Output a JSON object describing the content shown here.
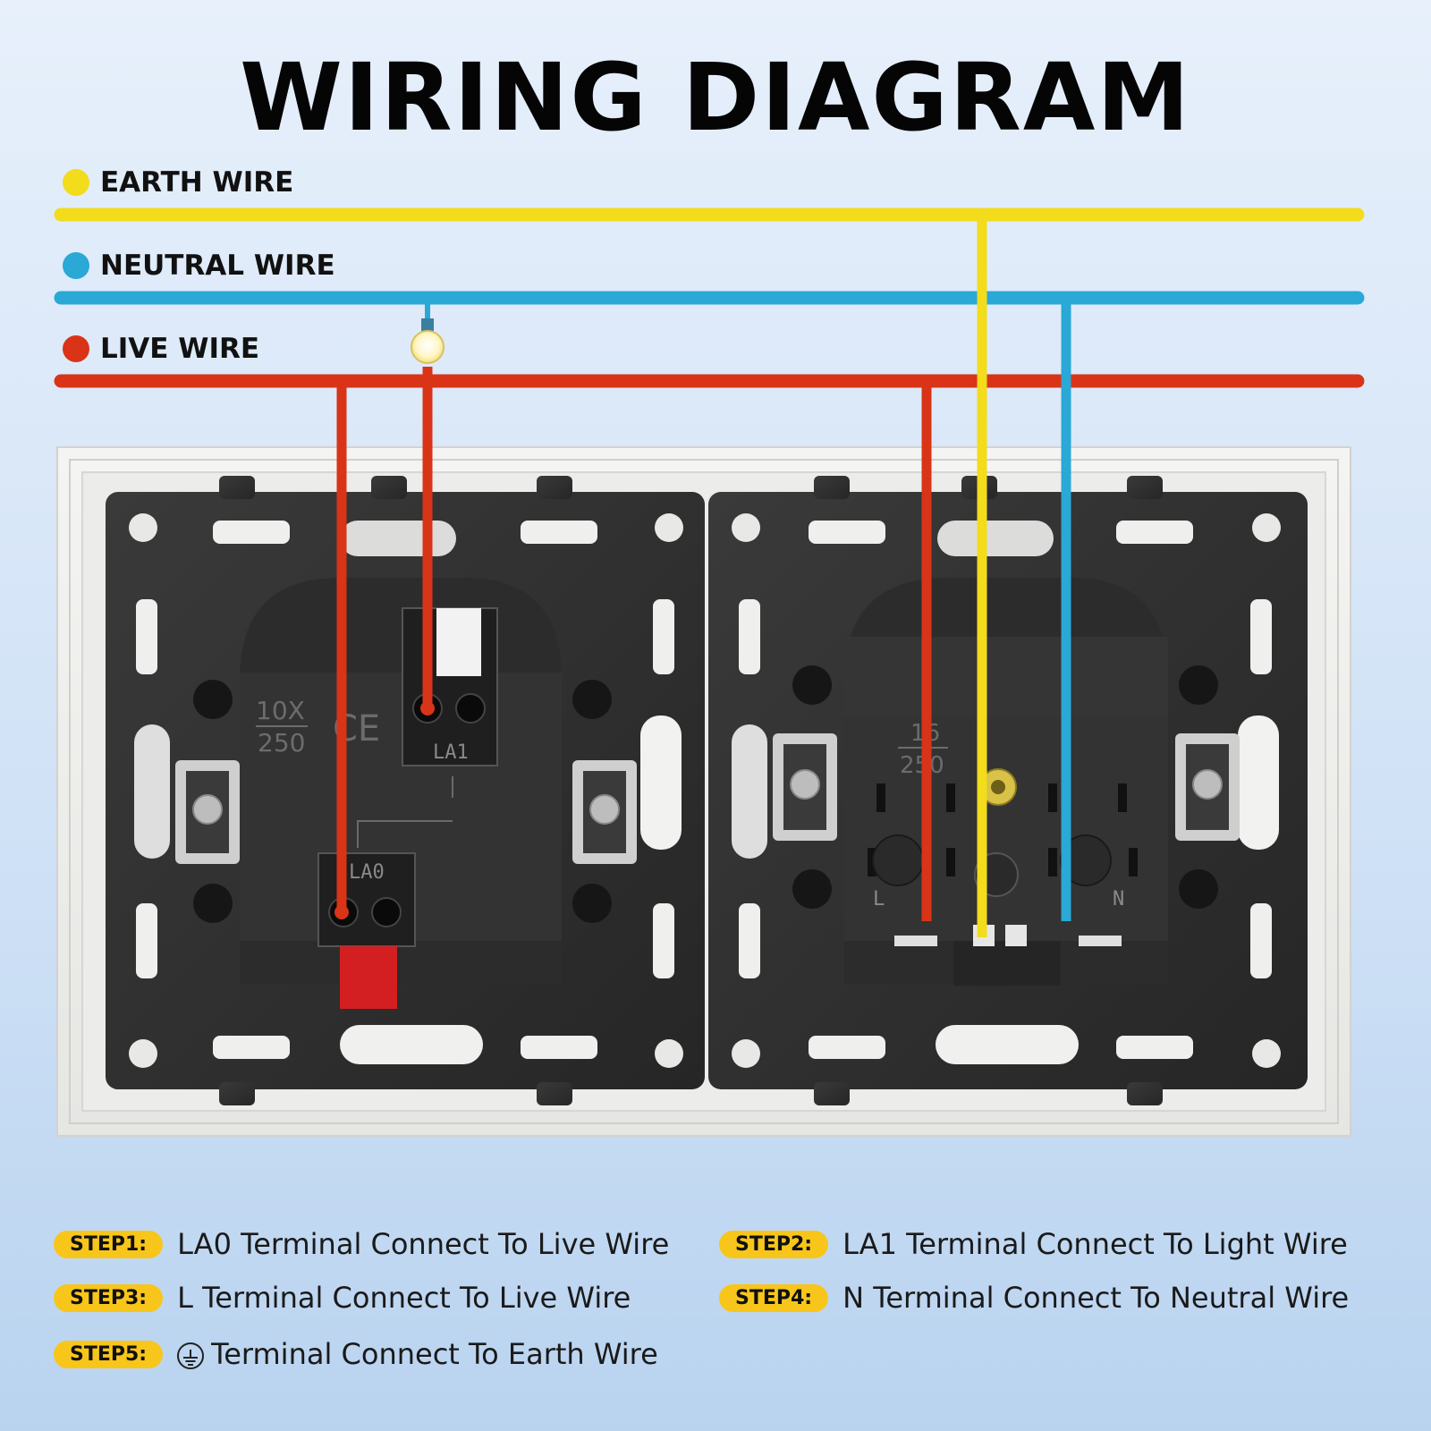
{
  "title": "WIRING DIAGRAM",
  "legend": [
    {
      "label": "EARTH WIRE",
      "color": "#f2dc1c"
    },
    {
      "label": "NEUTRAL WIRE",
      "color": "#2aa8d6"
    },
    {
      "label": "LIVE WIRE",
      "color": "#d93418"
    }
  ],
  "left_module": {
    "rating_top": "10X",
    "rating_bottom": "250",
    "mark": "CE",
    "terminal_top": "LA1",
    "terminal_bottom": "LA0"
  },
  "right_module": {
    "rating_top": "16",
    "rating_bottom": "250",
    "terminal_left": "L",
    "terminal_right": "N"
  },
  "steps": [
    {
      "badge": "STEP1:",
      "text": "LA0 Terminal Connect To Live Wire"
    },
    {
      "badge": "STEP2:",
      "text": "LA1 Terminal Connect To Light Wire"
    },
    {
      "badge": "STEP3:",
      "text": "L Terminal Connect To Live Wire"
    },
    {
      "badge": "STEP4:",
      "text": "N Terminal Connect To Neutral Wire"
    },
    {
      "badge": "STEP5:",
      "text": "Terminal Connect To Earth Wire",
      "icon": "earth-ground-icon"
    }
  ]
}
